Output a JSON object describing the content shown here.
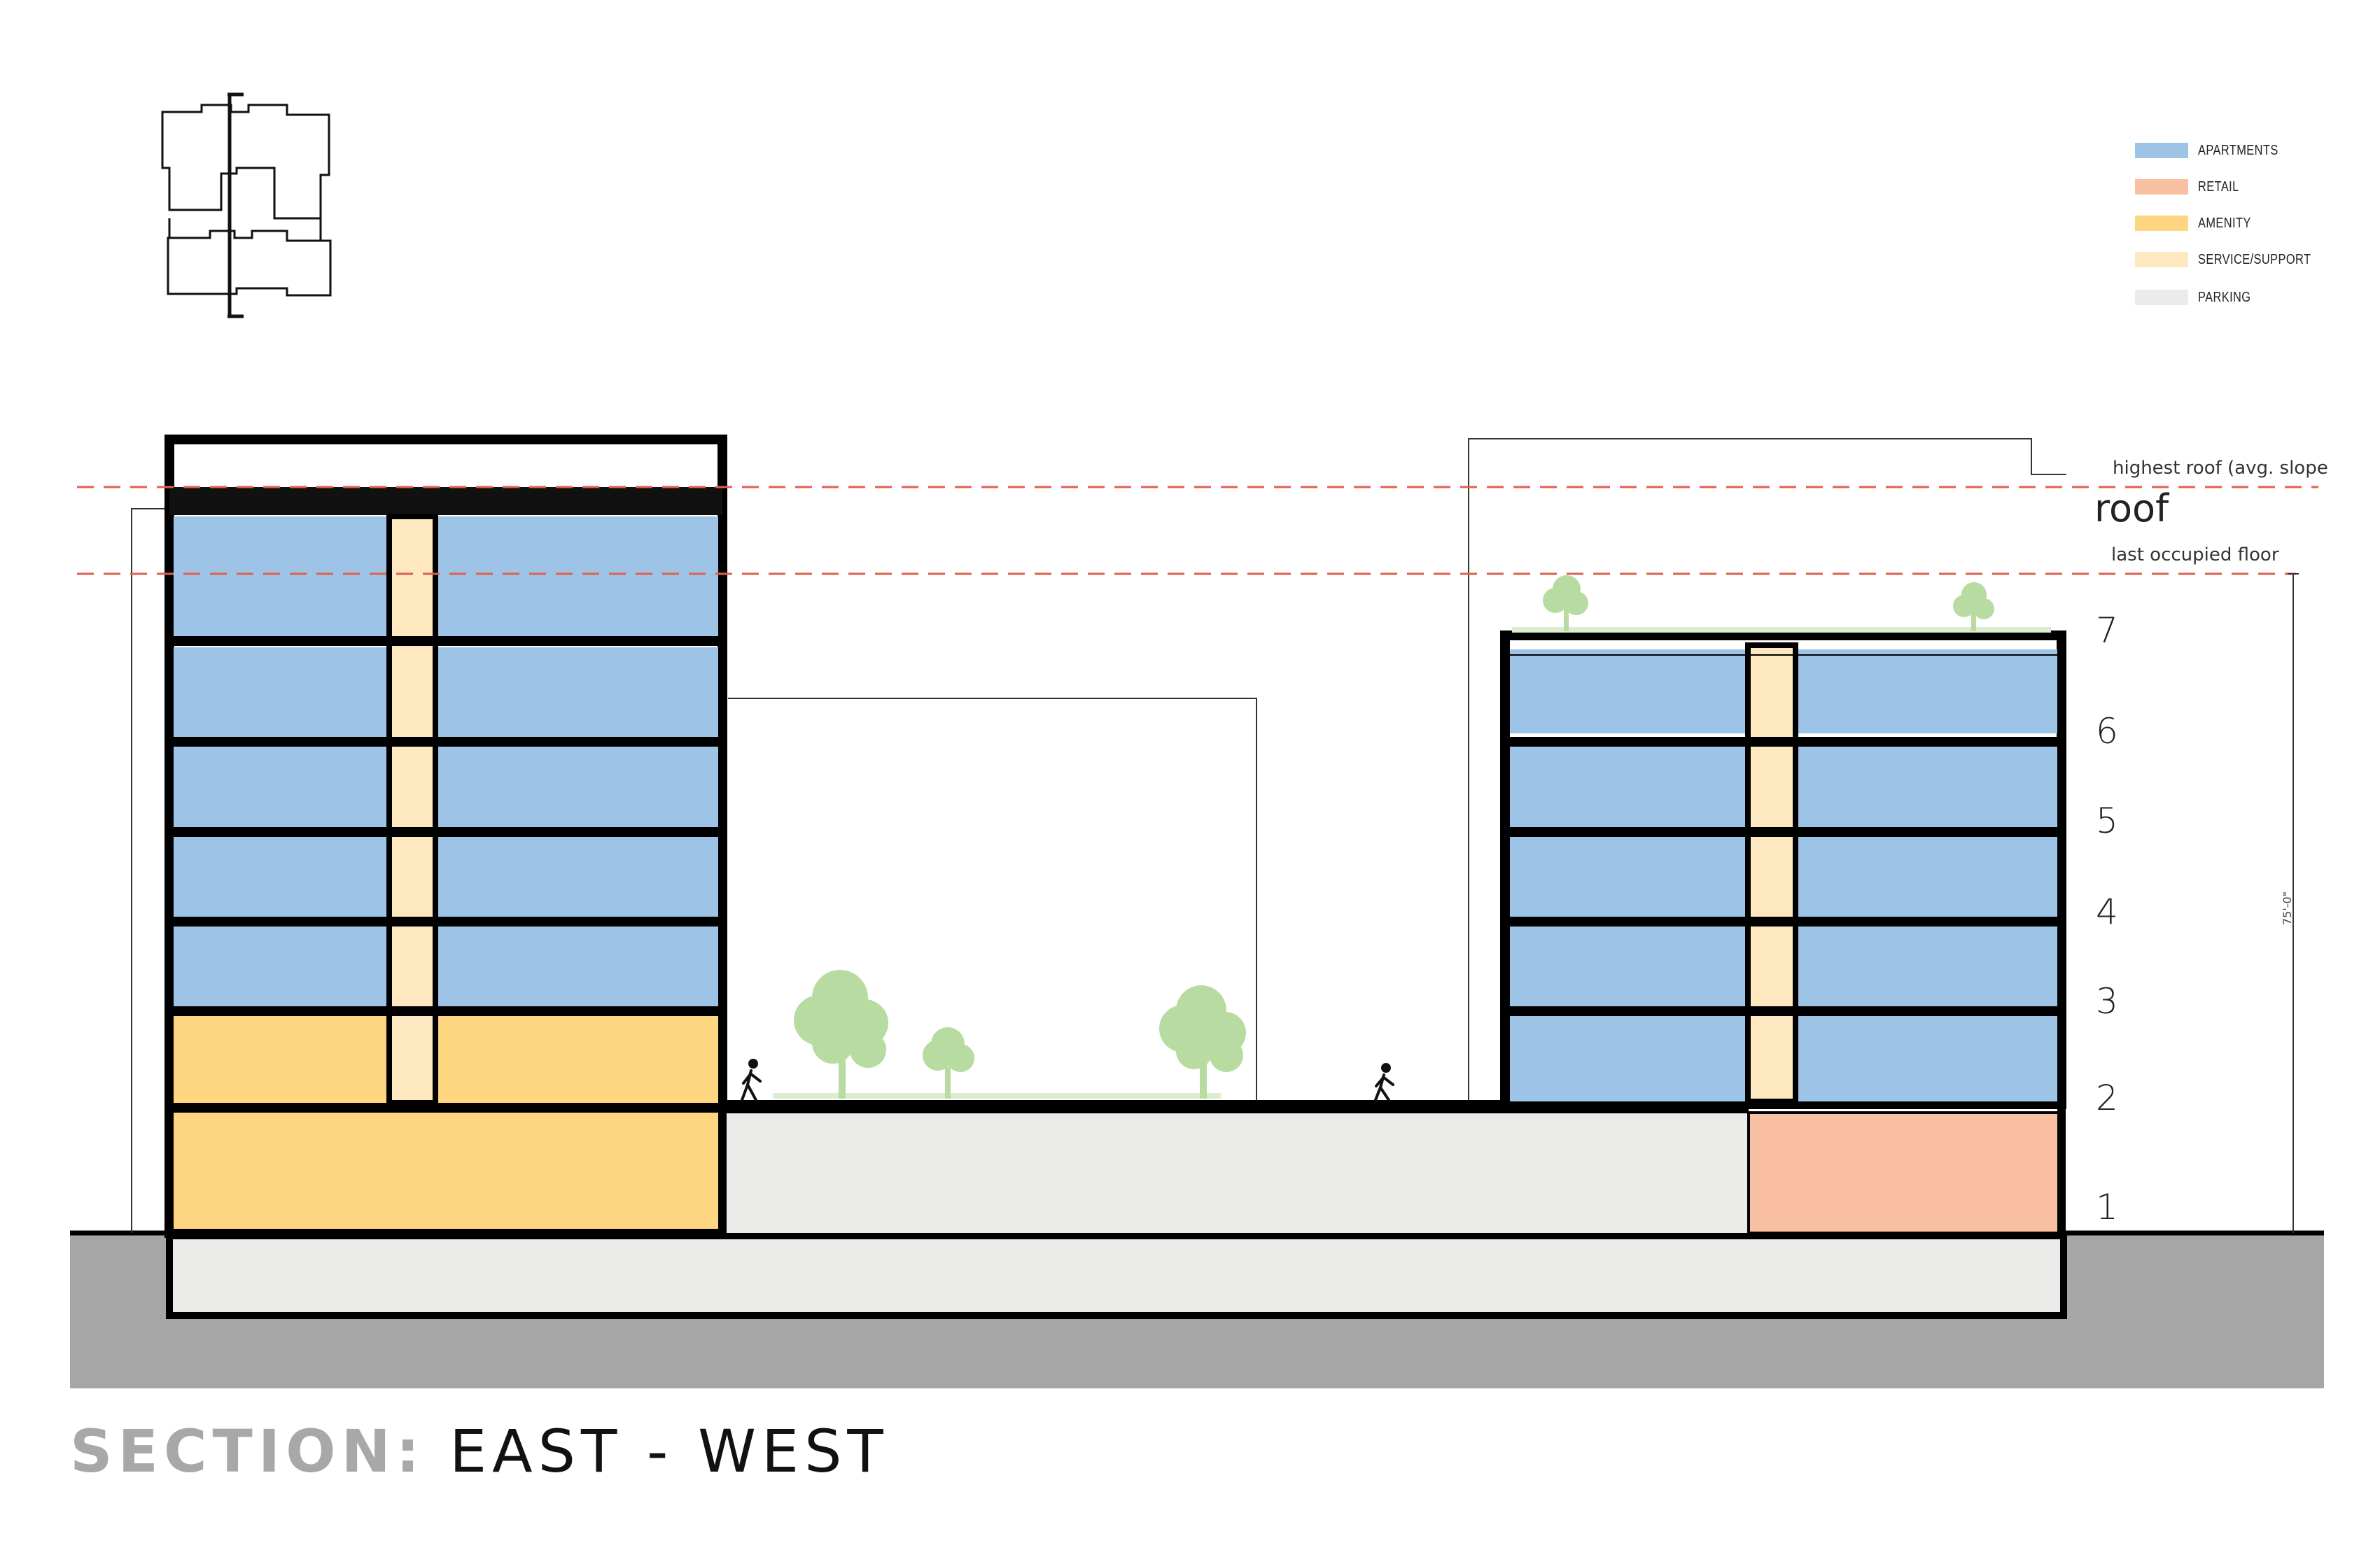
{
  "legend": [
    {
      "label": "APARTMENTS",
      "color": "#9dc3e6"
    },
    {
      "label": "RETAIL",
      "color": "#f8c0a0"
    },
    {
      "label": "AMENITY",
      "color": "#fed580"
    },
    {
      "label": "SERVICE/SUPPORT",
      "color": "#fde8c0"
    },
    {
      "label": "PARKING",
      "color": "#ebebea"
    }
  ],
  "reference_lines": {
    "highest_roof": "highest roof (avg. slope",
    "roof": "roof",
    "last_occupied": "last occupied floor"
  },
  "floor_levels": [
    "7",
    "6",
    "5",
    "4",
    "3",
    "2",
    "1"
  ],
  "dimension": "75'-0\"",
  "title": {
    "prefix": "SECTION:",
    "main": "EAST - WEST"
  },
  "icons": [
    "key-plan-icon",
    "tree-icon",
    "pedestrian-icon"
  ]
}
